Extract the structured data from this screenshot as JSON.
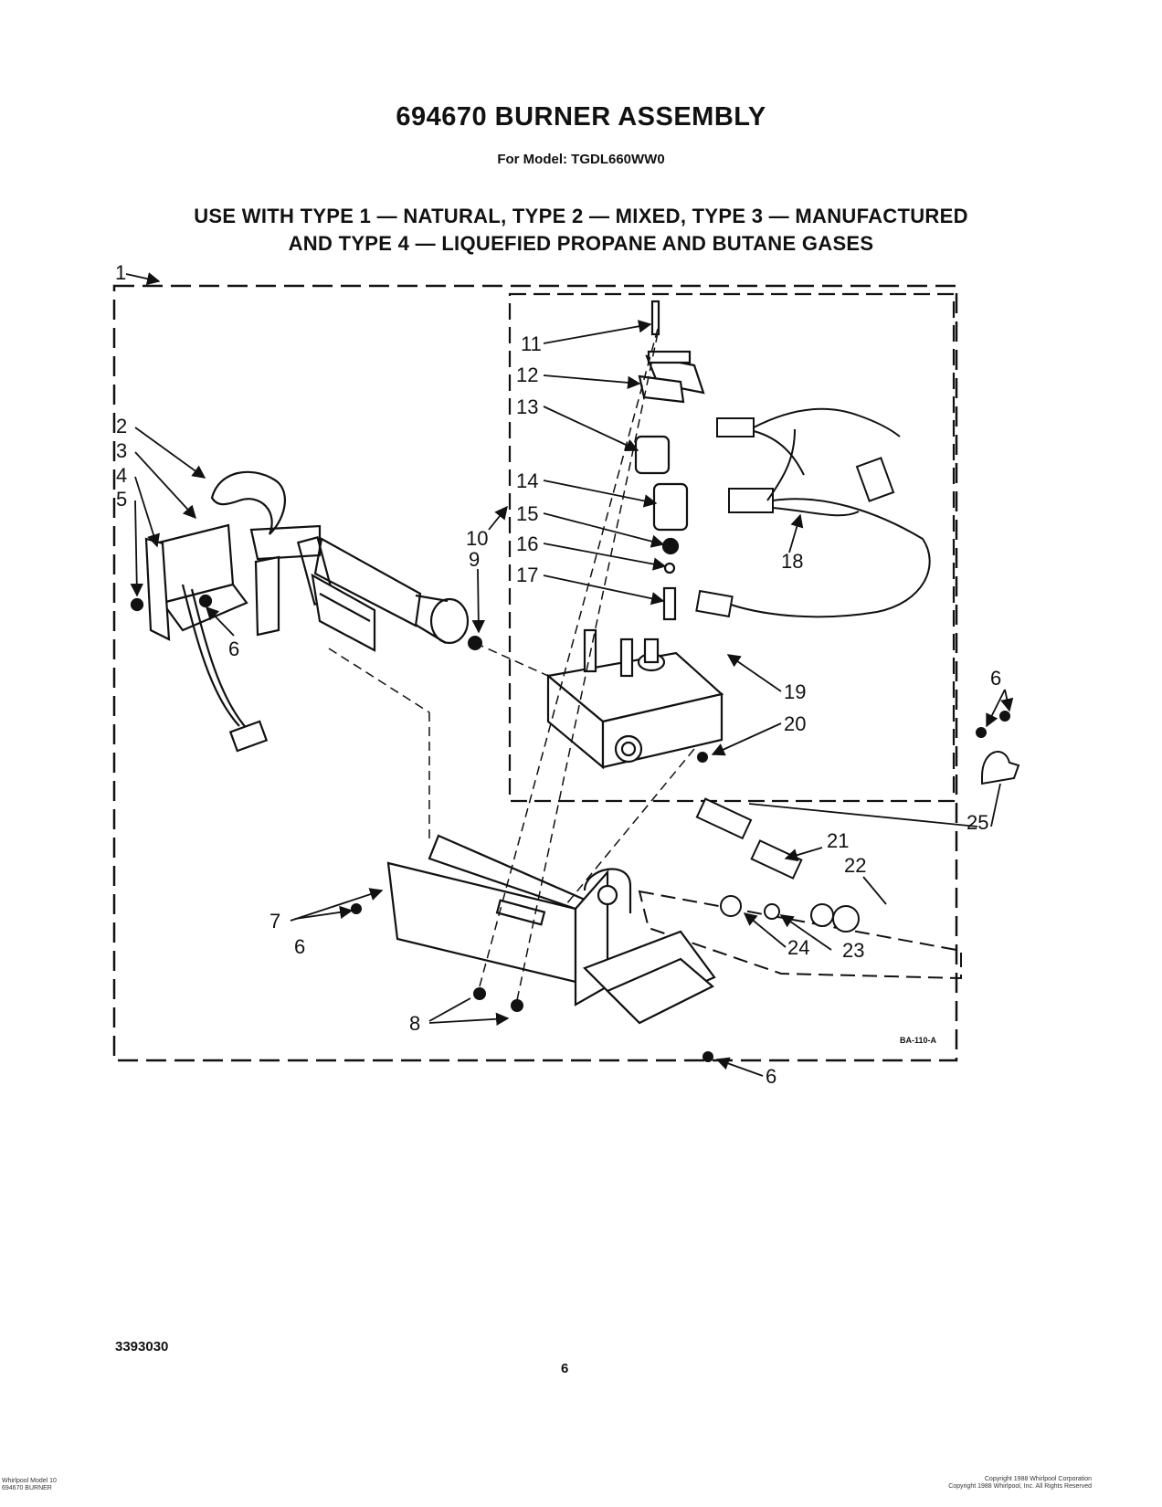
{
  "header": {
    "title": "694670 BURNER ASSEMBLY",
    "subtitle": "For Model: TGDL660WW0",
    "usage_line1": "USE WITH TYPE 1 — NATURAL, TYPE 2 — MIXED, TYPE 3 — MANUFACTURED",
    "usage_line2": "AND TYPE 4 — LIQUEFIED PROPANE AND BUTANE GASES"
  },
  "callouts": {
    "c1": "1",
    "c2": "2",
    "c3": "3",
    "c4": "4",
    "c5": "5",
    "c6a": "6",
    "c6b": "6",
    "c6c": "6",
    "c6d": "6",
    "c7": "7",
    "c8": "8",
    "c9": "9",
    "c10": "10",
    "c11": "11",
    "c12": "12",
    "c13": "13",
    "c14": "14",
    "c15": "15",
    "c16": "16",
    "c17": "17",
    "c18": "18",
    "c19": "19",
    "c20": "20",
    "c21": "21",
    "c22": "22",
    "c23": "23",
    "c24": "24",
    "c25": "25"
  },
  "drawing_code": "BA-110-A",
  "footer": {
    "doc_number": "3393030",
    "page_number": "6",
    "fine_left_1": "Whirlpool Model 10",
    "fine_left_2": "694670 BURNER",
    "fine_right_1": "Copyright 1988 Whirlpool Corporation",
    "fine_right_2": "Copyright 1988 Whirlpool, Inc. All Rights Reserved"
  }
}
